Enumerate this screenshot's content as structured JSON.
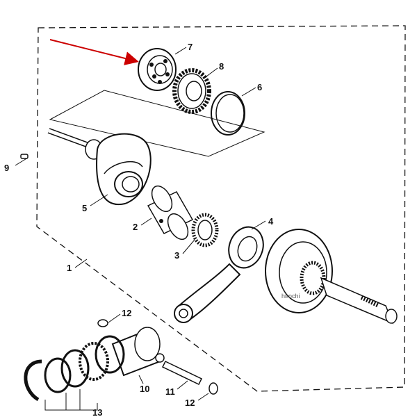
{
  "diagram": {
    "watermark": "hirochi",
    "part_labels": {
      "p1": "1",
      "p2": "2",
      "p3": "3",
      "p4": "4",
      "p5": "5",
      "p6": "6",
      "p7": "7",
      "p8": "8",
      "p9": "9",
      "p10": "10",
      "p11": "11",
      "p12a": "12",
      "p12b": "12",
      "p13": "13"
    },
    "colors": {
      "line": "#111111",
      "arrow": "#cc0000",
      "paper": "#ffffff",
      "shade": "#bdbdbd"
    }
  }
}
